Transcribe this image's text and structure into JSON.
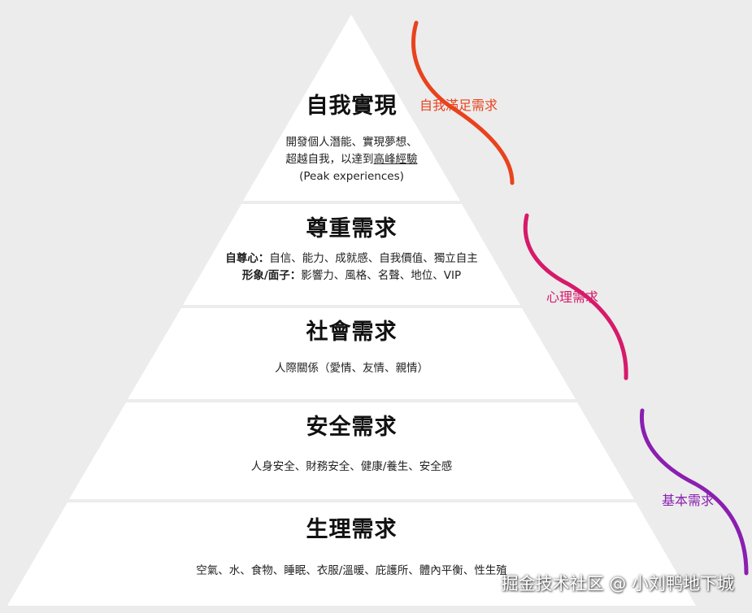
{
  "tiers": [
    {
      "title": "自我實現",
      "desc_line1": "開發個人潛能、實現夢想、",
      "desc_line2_pre": "超越自我，以達到",
      "desc_line2_underlined": "高峰經驗",
      "desc_line3": "(Peak experiences)"
    },
    {
      "title": "尊重需求",
      "desc_line1_label": "自尊心：",
      "desc_line1_text": "自信、能力、成就感、自我價值、獨立自主",
      "desc_line2_label": "形象/面子：",
      "desc_line2_text": "影響力、風格、名聲、地位、VIP"
    },
    {
      "title": "社會需求",
      "desc": "人際關係（愛情、友情、親情）"
    },
    {
      "title": "安全需求",
      "desc": "人身安全、財務安全、健康/養生、安全感"
    },
    {
      "title": "生理需求",
      "desc": "空氣、水、食物、睡眠、衣服/溫暖、庇護所、體內平衡、性生殖"
    }
  ],
  "groups": [
    {
      "label": "自我滿足需求",
      "color": "#e8431e"
    },
    {
      "label": "心理需求",
      "color": "#d61a6a"
    },
    {
      "label": "基本需求",
      "color": "#8a1fb0"
    }
  ],
  "watermark": "掘金技术社区 @ 小刘鸭地下城",
  "colors": {
    "background": "#ececec",
    "pyramid": "#ffffff",
    "divider": "#d5d5d5"
  }
}
